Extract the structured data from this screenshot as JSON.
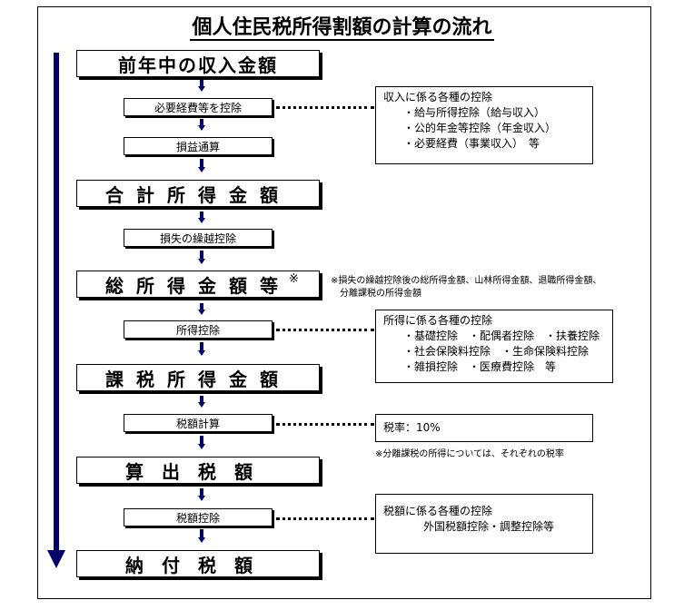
{
  "title": "個人住民税所得割額の計算の流れ",
  "steps": {
    "zennen": "前年中の収入金額",
    "hitsuyou": "必要経費等を控除",
    "sonneki": "損益通算",
    "goukei": "合計所得金額",
    "sonshitsu": "損失の繰越控除",
    "sou": "総所得金額等",
    "sou_mark": "※",
    "shotoku_koujo": "所得控除",
    "kazei": "課税所得金額",
    "zeigaku_keisan": "税額計算",
    "sanshutsu": "算出税額",
    "zeigaku_koujo": "税額控除",
    "nouhu": "納付税額"
  },
  "notes": {
    "income": {
      "heading": "収入に係る各種の控除",
      "lines": [
        "・給与所得控除（給与収入）",
        "・公的年金等控除（年金収入）",
        "・必要経費（事業収入）　等"
      ]
    },
    "shotoku": {
      "heading": "所得に係る各種の控除",
      "lines": [
        "・基礎控除　・配偶者控除　・扶養控除",
        "・社会保険料控除　・生命保険料控除",
        "・雑損控除　・医療費控除　等"
      ]
    },
    "zeiritsu": {
      "text": "税率：10%"
    },
    "zeigaku": {
      "heading": "税額に係る各種の控除",
      "line": "外国税額控除・調整控除等"
    }
  },
  "annotations": {
    "sou_note_1": "※損失の繰越控除後の総所得金額、山林所得金額、退職所得金額、",
    "sou_note_2": "分離課税の所得金額",
    "bunri_note": "※分離課税の所得については、それぞれの税率"
  },
  "colors": {
    "arrow": "#000066"
  }
}
